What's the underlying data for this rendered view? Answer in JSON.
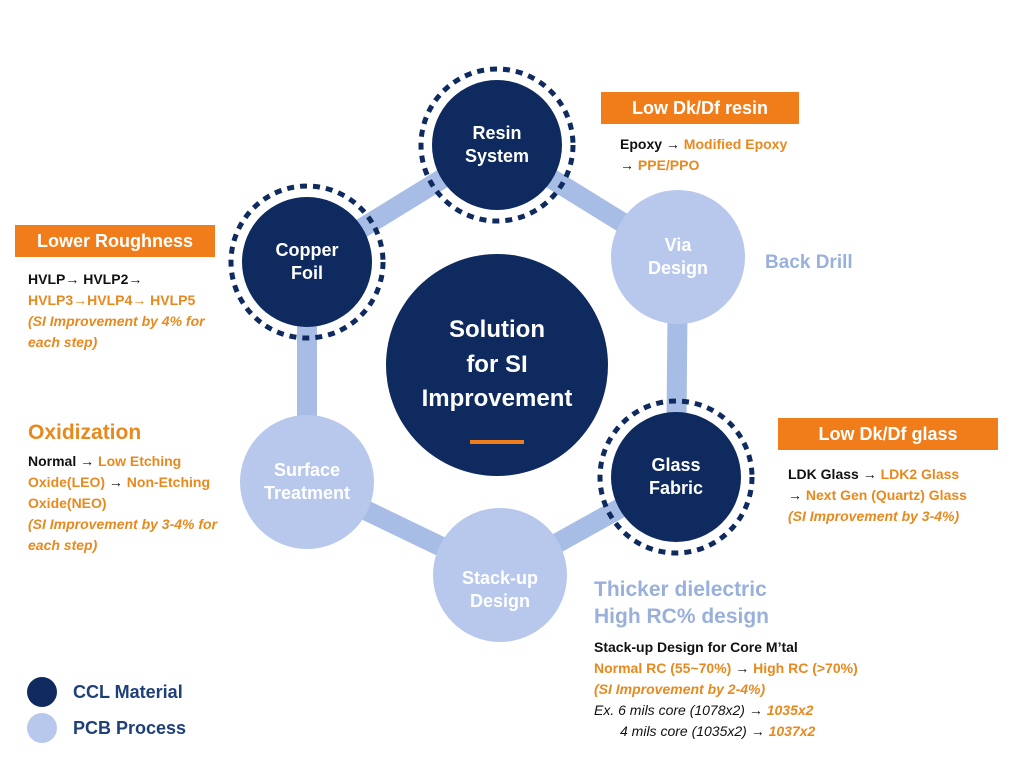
{
  "colors": {
    "ccl": "#0e2a5e",
    "pcb": "#b7c8ec",
    "ring": "#a8bde6",
    "accent": "#f07d1a",
    "orange_text": "#e8891e",
    "light_blue_text": "#99b0dc",
    "legend_text": "#1f3f78"
  },
  "center": {
    "label": "Solution\nfor SI\nImprovement"
  },
  "nodes": [
    {
      "id": "resin",
      "label": "Resin\nSystem",
      "kind": "ccl",
      "dotted_ring": true
    },
    {
      "id": "via",
      "label": "Via\nDesign",
      "kind": "pcb",
      "dotted_ring": false
    },
    {
      "id": "glass",
      "label": "Glass\nFabric",
      "kind": "ccl",
      "dotted_ring": true
    },
    {
      "id": "stackup",
      "label": "Stack-up\nDesign",
      "kind": "pcb",
      "dotted_ring": false
    },
    {
      "id": "surface",
      "label": "Surface\nTreatment",
      "kind": "pcb",
      "dotted_ring": false
    },
    {
      "id": "copper",
      "label": "Copper\nFoil",
      "kind": "ccl",
      "dotted_ring": true
    }
  ],
  "resin_note": {
    "banner": "Low Dk/Df resin",
    "line1": {
      "a": "Epoxy",
      "arrow": "→",
      "b": "Modified Epoxy"
    },
    "line2": {
      "arrow": "→",
      "b": "PPE/PPO"
    }
  },
  "via_note": {
    "label": "Back Drill"
  },
  "glass_note": {
    "banner": "Low Dk/Df glass",
    "line1": {
      "a": "LDK Glass",
      "arrow": "→",
      "b": "LDK2 Glass"
    },
    "line2": {
      "arrow": "→",
      "b": "Next Gen (Quartz) Glass"
    },
    "line3": "(SI Improvement by 3-4%)"
  },
  "copper_note": {
    "banner": "Lower Roughness",
    "line1": {
      "a": "HVLP",
      "arrow1": "→",
      "b": "HVLP2",
      "arrow2": "→"
    },
    "line2": {
      "a": "HVLP3",
      "arrow1": "→",
      "b": "HVLP4",
      "arrow2": "→",
      "c": "HVLP5"
    },
    "line3": "(SI Improvement by 4% for",
    "line4": "each step)"
  },
  "oxidization_note": {
    "heading": "Oxidization",
    "line1": {
      "a": "Normal",
      "arrow": "→",
      "b": "Low Etching"
    },
    "line2": {
      "a": "Oxide(LEO)",
      "arrow": "→",
      "b": "Non-Etching"
    },
    "line3": "Oxide(NEO)",
    "line4": "(SI Improvement by 3-4% for",
    "line5": "each step)"
  },
  "stackup_note": {
    "heading1": "Thicker dielectric",
    "heading2": "High RC% design",
    "line1": "Stack-up Design for Core M’tal",
    "line2": {
      "a": "Normal RC (55~70%)",
      "arrow": "→",
      "b": "High RC (>70%)"
    },
    "line3": "(SI Improvement by 2-4%)",
    "line4": {
      "a": "Ex. 6 mils core (1078x2)",
      "arrow": "→",
      "b": "1035x2"
    },
    "line5": {
      "a": "4 mils core (1035x2)",
      "arrow": "→",
      "b": "1037x2"
    }
  },
  "legend": [
    {
      "label": "CCL Material",
      "kind": "ccl"
    },
    {
      "label": "PCB Process",
      "kind": "pcb"
    }
  ]
}
